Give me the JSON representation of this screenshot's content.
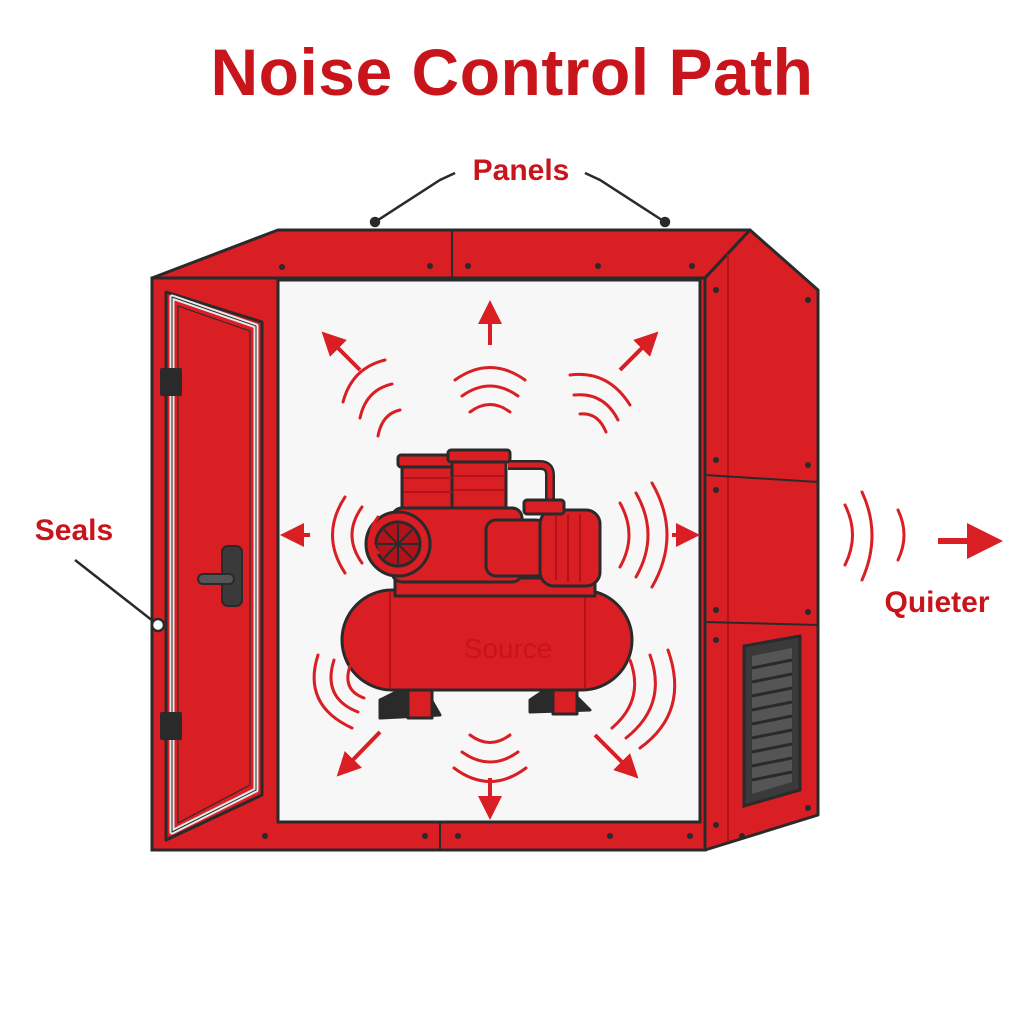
{
  "title": "Noise Control Path",
  "labels": {
    "panels": "Panels",
    "seals": "Seals",
    "source": "Source",
    "quieter": "Quieter"
  },
  "colors": {
    "red": "#d91e24",
    "dark_red": "#b0141a",
    "title_red": "#c8141b",
    "outline": "#2a2a2a",
    "interior": "#f7f7f7"
  },
  "icons": [
    "sound-wave-icon",
    "arrow-icon",
    "compressor-icon",
    "vent-grille-icon",
    "door-handle-icon",
    "hinge-icon"
  ]
}
